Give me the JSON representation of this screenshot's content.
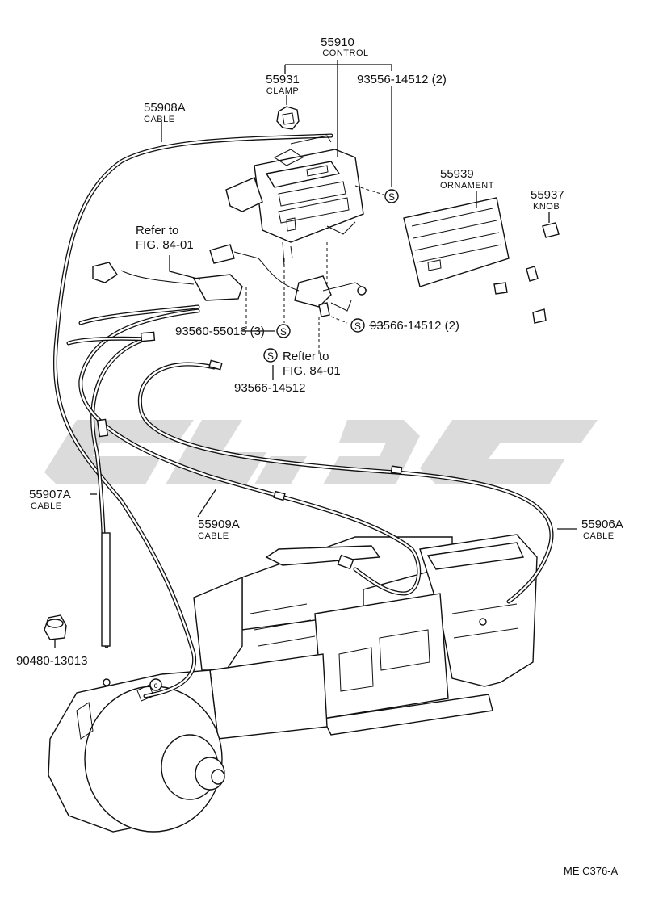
{
  "parts": {
    "p55910": {
      "number": "55910",
      "name": "CONTROL"
    },
    "p55931": {
      "number": "55931",
      "name": "CLAMP"
    },
    "p93556": {
      "number": "93556-14512 (2)"
    },
    "p55908a": {
      "number": "55908A",
      "name": "CABLE"
    },
    "p55939": {
      "number": "55939",
      "name": "ORNAMENT"
    },
    "p55937": {
      "number": "55937",
      "name": "KNOB"
    },
    "p93560": {
      "number": "93560-55016 (3)"
    },
    "p93566a": {
      "number": "93566-14512 (2)"
    },
    "p93566b": {
      "number": "93566-14512"
    },
    "p55907a": {
      "number": "55907A",
      "name": "CABLE"
    },
    "p55909a": {
      "number": "55909A",
      "name": "CABLE"
    },
    "p55906a": {
      "number": "55906A",
      "name": "CABLE"
    },
    "p90480": {
      "number": "90480-13013"
    }
  },
  "references": {
    "ref1_line1": "Refer to",
    "ref1_line2": "FIG. 84-01",
    "ref2_line1": "Refter to",
    "ref2_line2": "FIG. 84-01"
  },
  "symbols": {
    "screw": "S",
    "clip": "c"
  },
  "footer": {
    "code": "ME  C376-A"
  }
}
